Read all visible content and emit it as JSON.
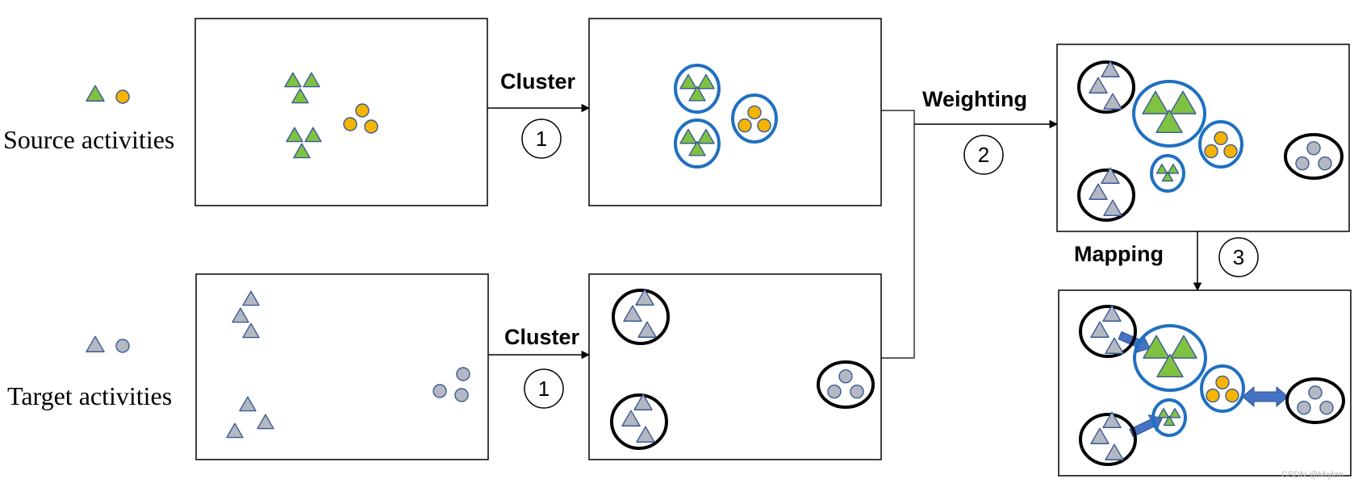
{
  "labels": {
    "source": "Source activities",
    "target": "Target activities",
    "cluster_top": "Cluster",
    "cluster_bottom": "Cluster",
    "weighting": "Weighting",
    "mapping": "Mapping"
  },
  "steps": {
    "cluster_top": "1",
    "cluster_bottom": "1",
    "weighting": "2",
    "mapping": "3"
  },
  "watermark": "CSDN @Miylan",
  "colors": {
    "source_triangle": "#7fc241",
    "source_circle": "#f5b400",
    "target_shape": "#b4b8c2",
    "shape_stroke": "#3c5a96",
    "source_cluster_ring": "#1f70c1",
    "target_cluster_ring": "#000000",
    "mapping_arrow": "#4472c4"
  }
}
